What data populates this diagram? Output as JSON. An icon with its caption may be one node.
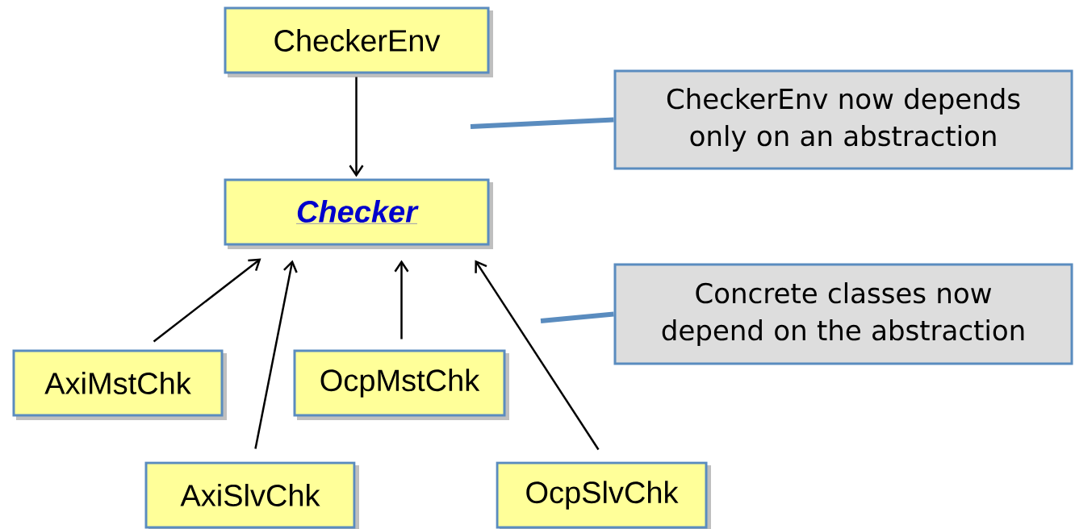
{
  "diagram": {
    "nodes": [
      {
        "text": [
          "CheckerEnv"
        ]
      },
      {
        "text": [
          "CheckerEnv now depends only on an abstraction"
        ]
      },
      {
        "text": [
          "Checker"
        ]
      },
      {
        "text": [
          "Concrete classes now depend on the abstraction"
        ]
      },
      {
        "text": [
          "AxiMstChk"
        ]
      },
      {
        "text": [
          "OcpMstChk"
        ]
      },
      {
        "text": [
          "AxiSlvChk"
        ]
      },
      {
        "text": [
          "OcpSlvChk"
        ]
      }
    ],
    "edges": [
      {
        "from": 0,
        "to": 2,
        "arrow": "to"
      },
      {
        "from": 4,
        "to": 2,
        "arrow": "to"
      },
      {
        "from": 6,
        "to": 2,
        "arrow": "to"
      },
      {
        "from": 5,
        "to": 2,
        "arrow": "to"
      },
      {
        "from": 7,
        "to": 2,
        "arrow": "to"
      },
      {
        "from": 1,
        "to": null,
        "arrow": "none",
        "style": "thick",
        "color": "#5a8cbf"
      },
      {
        "from": 3,
        "to": null,
        "arrow": "none",
        "style": "thick",
        "color": "#5a8cbf"
      }
    ]
  }
}
